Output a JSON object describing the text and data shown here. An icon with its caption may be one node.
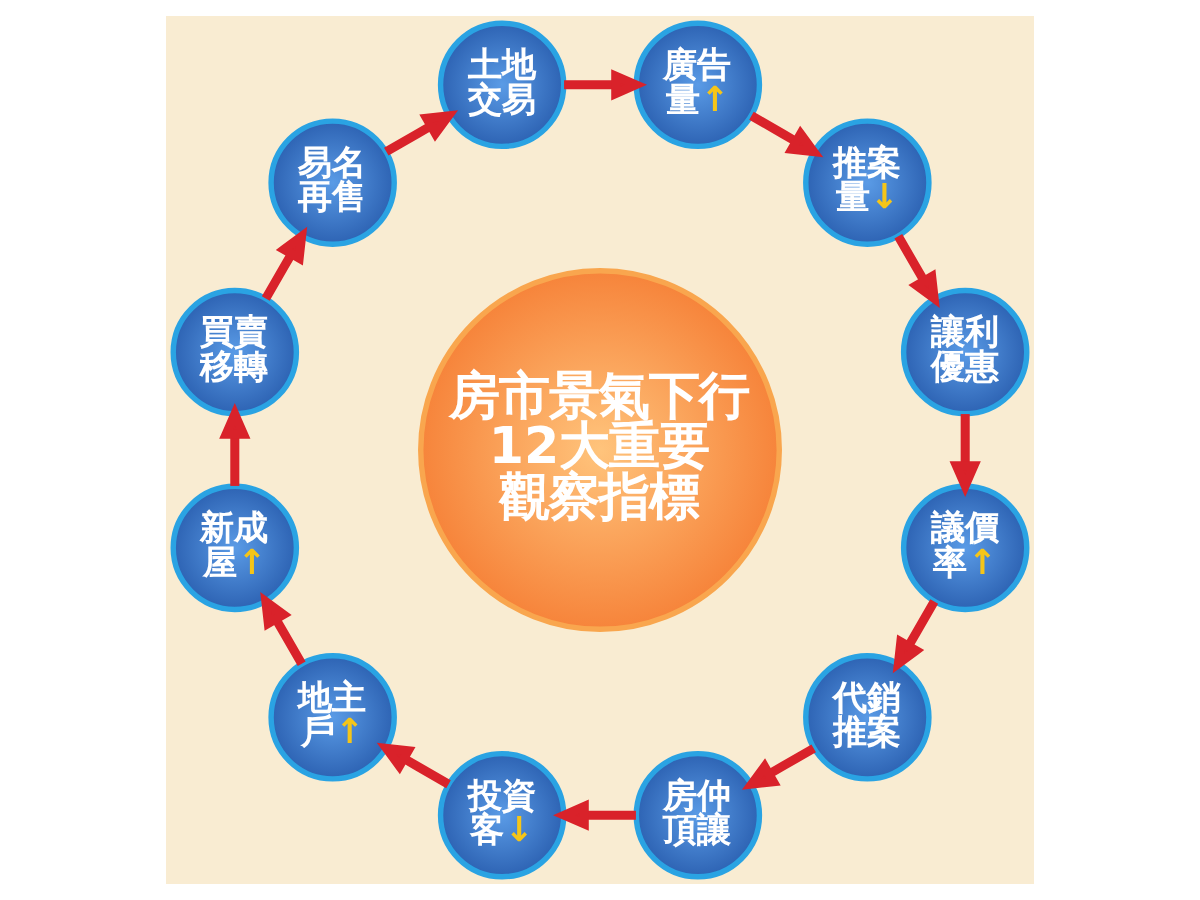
{
  "diagram": {
    "nodes": [
      {
        "text": [
          "房市景氣下行12大重要觀察指標"
        ]
      },
      {
        "text": [
          "土地交易"
        ]
      },
      {
        "text": [
          "廣告量↑"
        ]
      },
      {
        "text": [
          "推案量↓"
        ]
      },
      {
        "text": [
          "讓利優惠"
        ]
      },
      {
        "text": [
          "議價率↑"
        ]
      },
      {
        "text": [
          "代銷推案"
        ]
      },
      {
        "text": [
          "房仲頂讓"
        ]
      },
      {
        "text": [
          "投資客↓"
        ]
      },
      {
        "text": [
          "地主戶↑"
        ]
      },
      {
        "text": [
          "新成屋↑"
        ]
      },
      {
        "text": [
          "買賣移轉"
        ]
      },
      {
        "text": [
          "易名再售"
        ]
      }
    ],
    "edges": [
      {
        "from": 1,
        "to": 2,
        "arrow": "to"
      },
      {
        "from": 2,
        "to": 3,
        "arrow": "to"
      },
      {
        "from": 3,
        "to": 4,
        "arrow": "to"
      },
      {
        "from": 4,
        "to": 5,
        "arrow": "to"
      },
      {
        "from": 5,
        "to": 6,
        "arrow": "to"
      },
      {
        "from": 6,
        "to": 7,
        "arrow": "to"
      },
      {
        "from": 7,
        "to": 8,
        "arrow": "to"
      },
      {
        "from": 8,
        "to": 9,
        "arrow": "to"
      },
      {
        "from": 9,
        "to": 10,
        "arrow": "to"
      },
      {
        "from": 10,
        "to": 11,
        "arrow": "to"
      },
      {
        "from": 11,
        "to": 12,
        "arrow": "to"
      },
      {
        "from": 12,
        "to": 1,
        "arrow": "to"
      }
    ]
  }
}
